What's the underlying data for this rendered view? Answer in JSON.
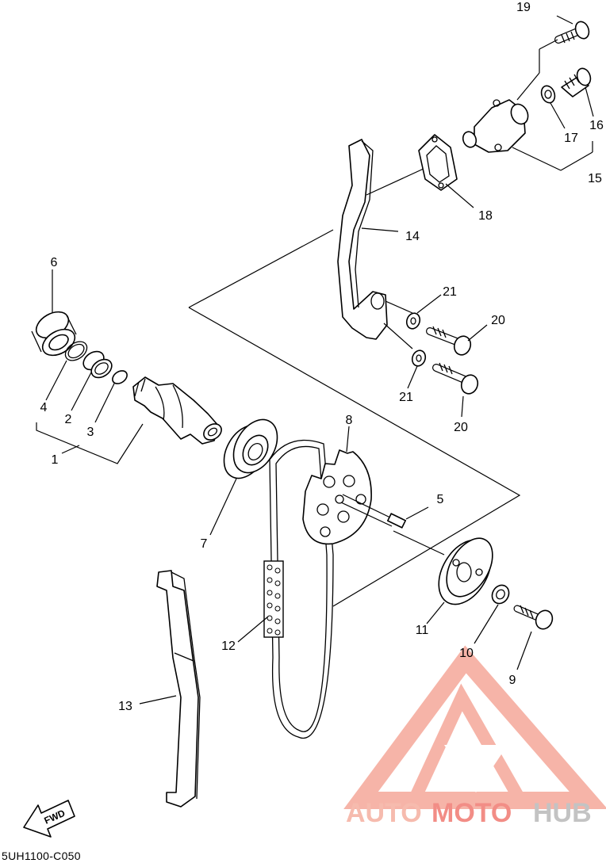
{
  "diagram_code": "5UH1100-C050",
  "fwd_label": "FWD",
  "watermark": {
    "part1": "AUTO",
    "part2": "MOTO",
    "part3": "HUB",
    "color_light": "#f5b0a0",
    "color_red": "#f07a72",
    "color_gray": "#b9b9b9"
  },
  "callouts": [
    "1",
    "2",
    "3",
    "4",
    "5",
    "6",
    "7",
    "8",
    "9",
    "10",
    "11",
    "12",
    "13",
    "14",
    "15",
    "16",
    "17",
    "18",
    "19",
    "20",
    "20",
    "21",
    "21"
  ]
}
